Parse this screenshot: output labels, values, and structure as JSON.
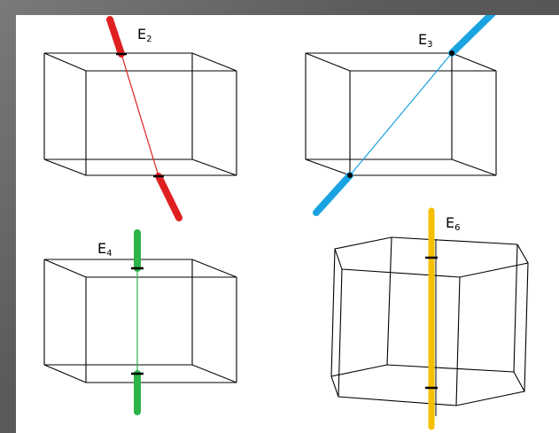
{
  "colors": {
    "background": "#5f5f5f",
    "panel": "#ffffff",
    "e2_axis": "#e02020",
    "e3_axis": "#1aa3e0",
    "e4_axis": "#2db34a",
    "e6_axis": "#f5c000"
  },
  "labels": {
    "e2": {
      "letter": "E",
      "sub": "2"
    },
    "e3": {
      "letter": "E",
      "sub": "3"
    },
    "e4": {
      "letter": "E",
      "sub": "4"
    },
    "e6": {
      "letter": "E",
      "sub": "6"
    }
  }
}
